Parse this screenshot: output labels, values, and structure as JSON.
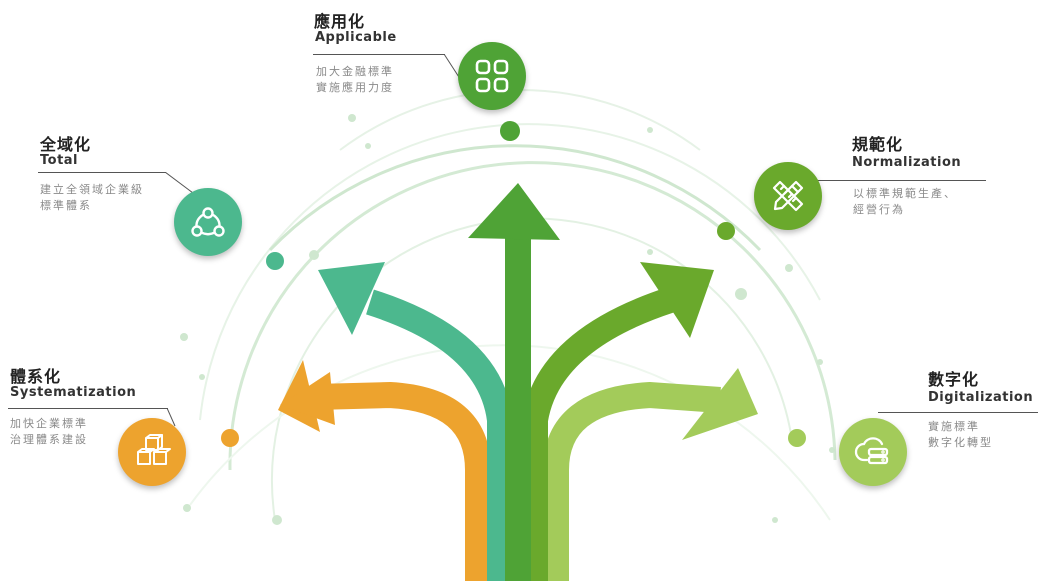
{
  "colors": {
    "orange": "#eda32e",
    "teal": "#4cb88e",
    "green": "#4fa336",
    "olive": "#6aa92c",
    "lightgreen": "#a3cb5a",
    "arc": "#cfe7cf"
  },
  "nodes": {
    "systematization": {
      "title_zh": "體系化",
      "title_en": "Systematization",
      "desc": [
        "加快企業標準",
        "治理體系建設"
      ],
      "icon": "boxes-icon"
    },
    "total": {
      "title_zh": "全域化",
      "title_en": "Total",
      "desc": [
        "建立全領域企業級",
        "標準體系"
      ],
      "icon": "network-icon"
    },
    "applicable": {
      "title_zh": "應用化",
      "title_en": "Applicable",
      "desc": [
        "加大金融標準",
        "實施應用力度"
      ],
      "icon": "grid-icon"
    },
    "normalization": {
      "title_zh": "規範化",
      "title_en": "Normalization",
      "desc": [
        "以標準規範生產、",
        "經營行為"
      ],
      "icon": "ruler-pencil-icon"
    },
    "digitalization": {
      "title_zh": "數字化",
      "title_en": "Digitalization",
      "desc": [
        "實施標準",
        "數字化轉型"
      ],
      "icon": "cloud-server-icon"
    }
  }
}
